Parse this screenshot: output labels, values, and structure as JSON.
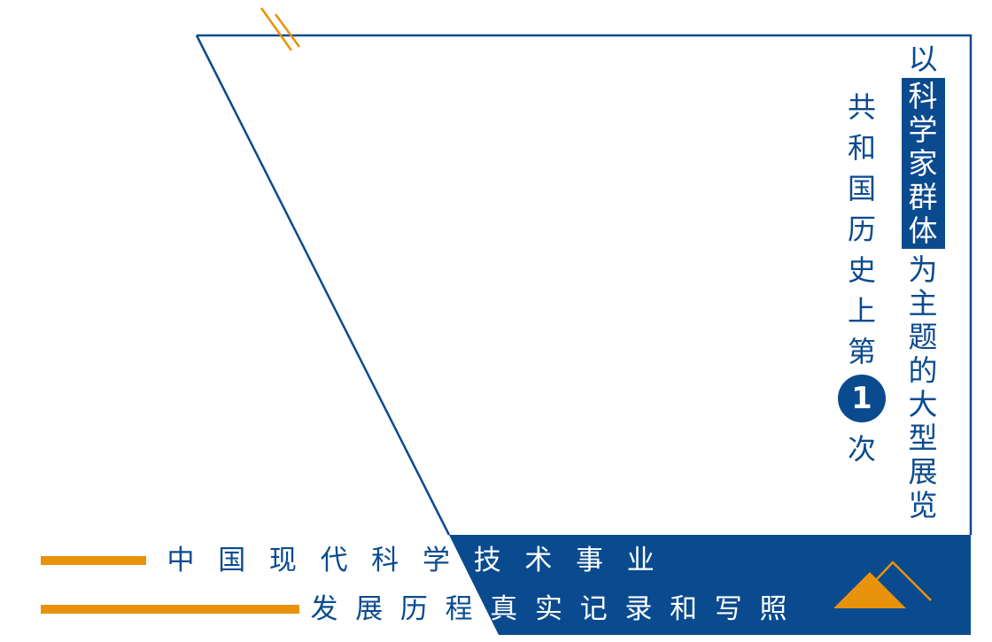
{
  "colors": {
    "blue": "#0a4a8f",
    "orange": "#e8920a"
  },
  "vertical_title": {
    "prefix": "以",
    "highlight": "科学家群体",
    "suffix": "为主题的大型展览"
  },
  "vertical_subtitle": {
    "before": "共和国历史上第",
    "number": "1",
    "after": "次"
  },
  "bottom": {
    "line1": "中国现代科学技术事业",
    "line2": "发展历程真实记录和写照"
  },
  "icons": [
    "mountain-icon"
  ]
}
